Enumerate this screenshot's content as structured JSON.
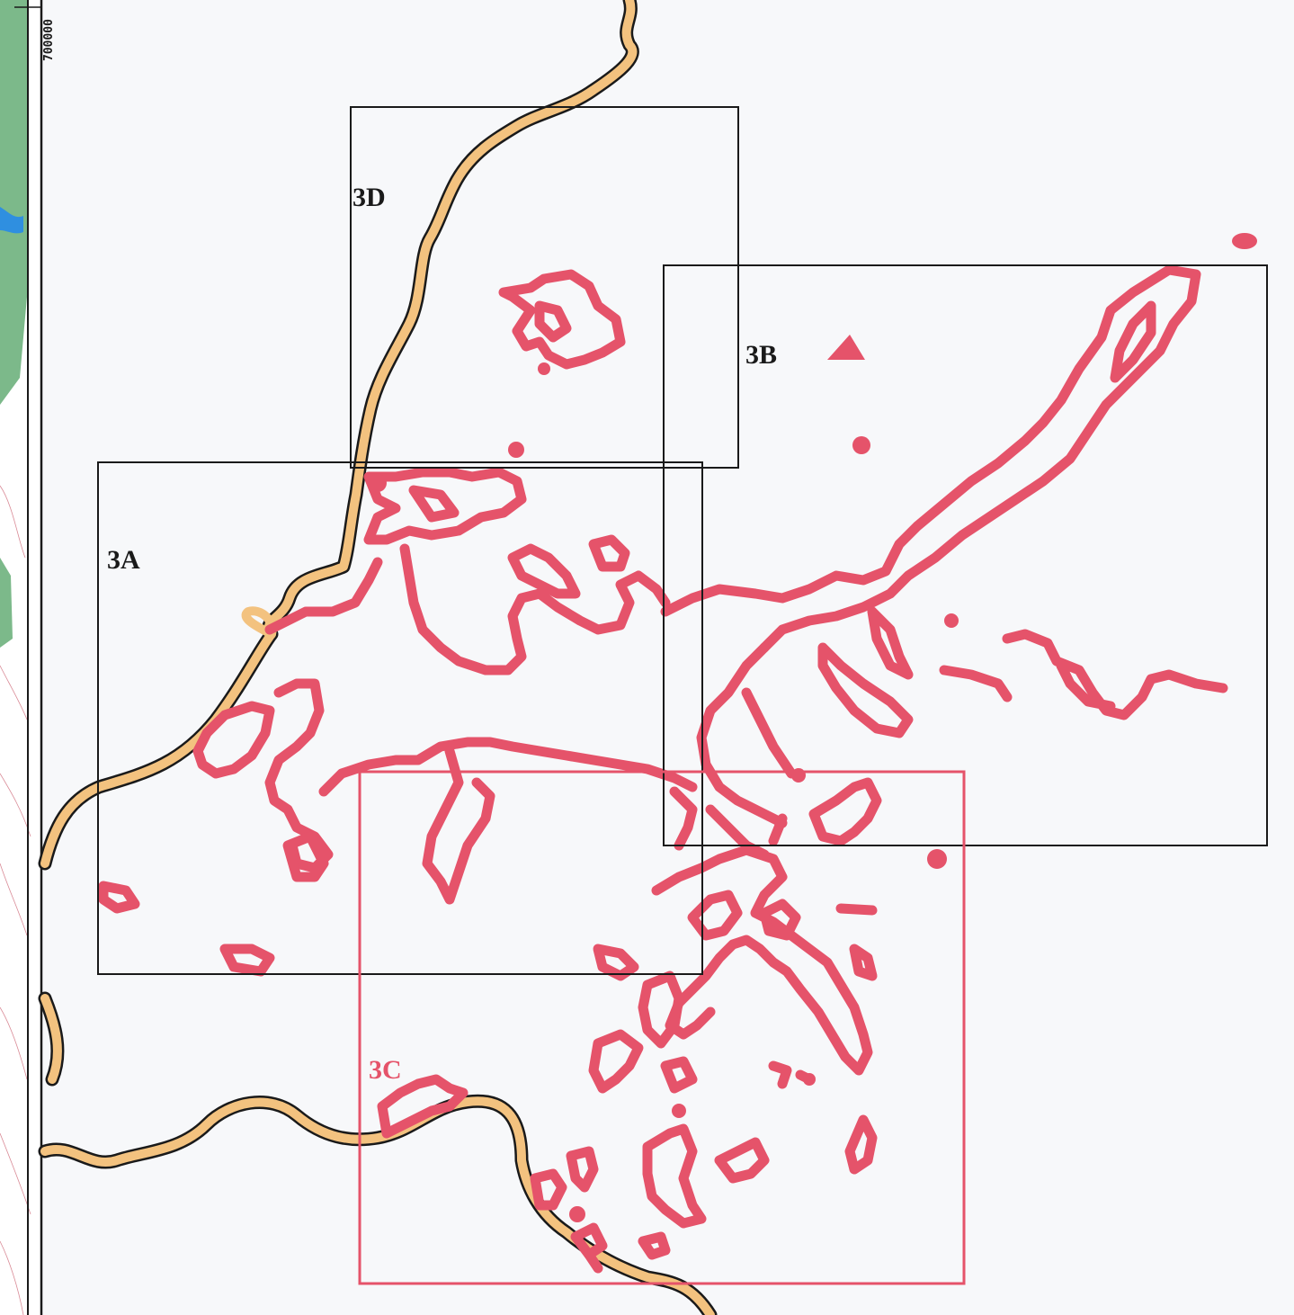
{
  "map": {
    "colors": {
      "background": "#f7f8fa",
      "margin_green": "#7cb98a",
      "water_blue": "#2f8fe0",
      "boundary_fill": "#f3c27f",
      "boundary_outline": "#1a1a1a",
      "feature_pink": "#e5536a",
      "frame_black": "#1a1a1a",
      "frame_pink": "#e5536a"
    },
    "coordinate_label": "700000",
    "frames": [
      {
        "id": "3D",
        "label": "3D",
        "color": "#1a1a1a"
      },
      {
        "id": "3B",
        "label": "3B",
        "color": "#1a1a1a"
      },
      {
        "id": "3A",
        "label": "3A",
        "color": "#1a1a1a"
      },
      {
        "id": "3C",
        "label": "3C",
        "color": "#e5536a"
      }
    ]
  }
}
